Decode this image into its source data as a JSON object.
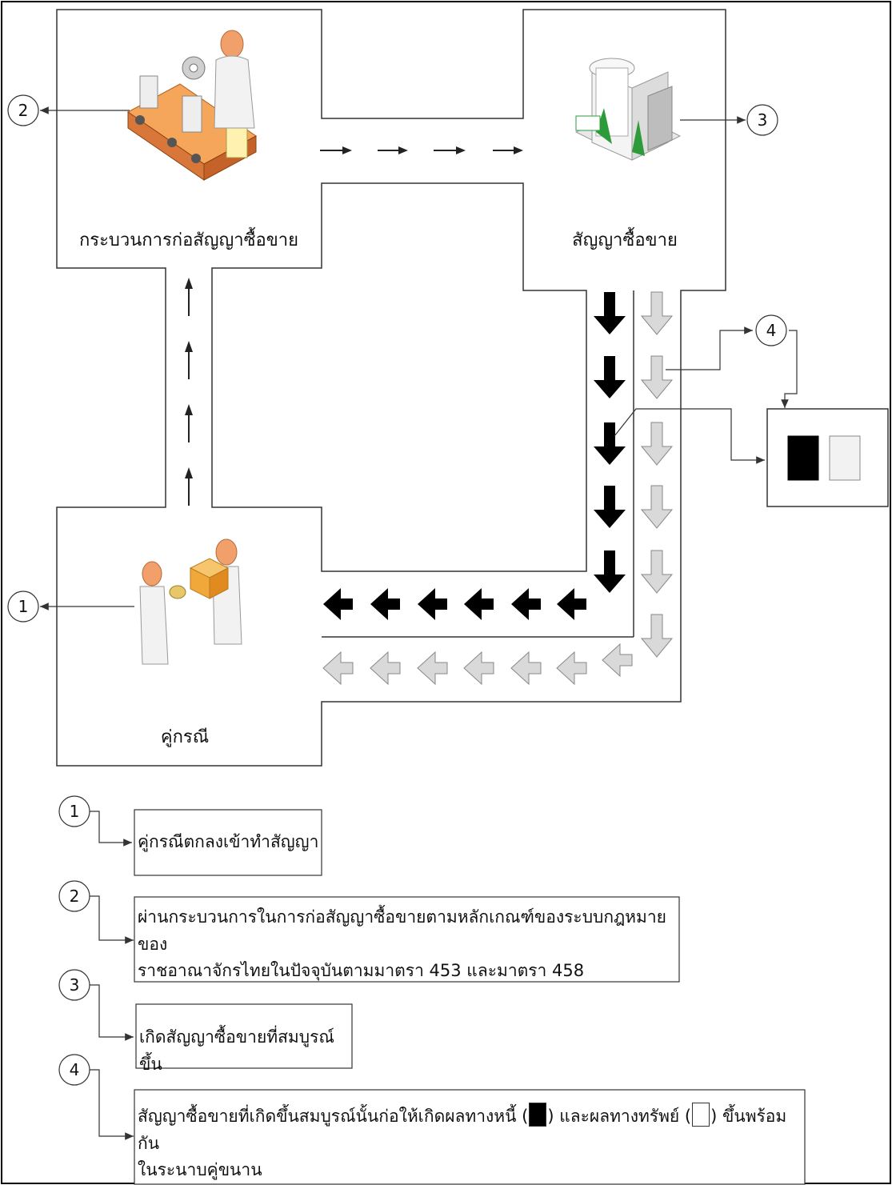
{
  "diagram": {
    "nodes": {
      "process": {
        "label": "กระบวนการก่อสัญญาซื้อขาย"
      },
      "contract": {
        "label": "สัญญาซื้อขาย"
      },
      "parties": {
        "label": "คู่กรณี"
      }
    },
    "callouts": [
      "1",
      "2",
      "3",
      "4"
    ],
    "colors": {
      "obligation": "#000000",
      "property": "#d9d9d9",
      "line": "#333333"
    }
  },
  "legend": [
    {
      "num": "1",
      "text": "คู่กรณีตกลงเข้าทำสัญญา"
    },
    {
      "num": "2",
      "line1": "ผ่านกระบวนการในการก่อสัญญาซื้อขายตามหลักเกณฑ์ของระบบกฎหมายของ",
      "line2": "ราชอาณาจักรไทยในปัจจุบันตามมาตรา 453 และมาตรา 458"
    },
    {
      "num": "3",
      "text": "เกิดสัญญาซื้อขายที่สมบูรณ์ขึ้น"
    },
    {
      "num": "4",
      "part1": "สัญญาซื้อขายที่เกิดขึ้นสมบูรณ์นั้นก่อให้เกิดผลทางหนี้ (",
      "part2": ") และผลทางทรัพย์ (",
      "part3": ") ขึ้นพร้อมกัน",
      "line2": "ในระนาบคู่ขนาน"
    }
  ]
}
